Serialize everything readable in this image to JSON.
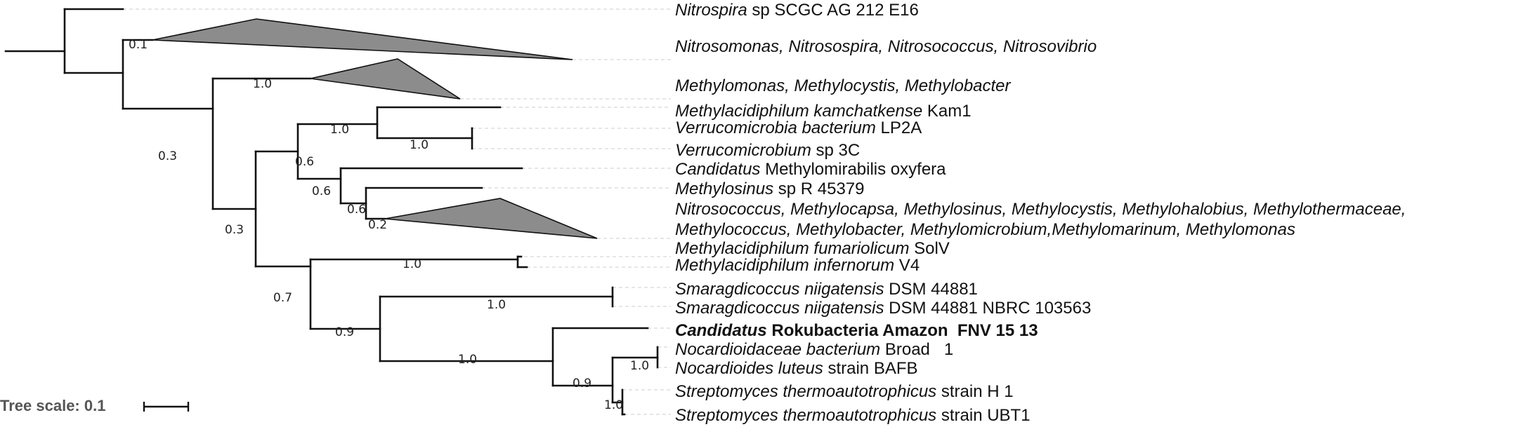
{
  "leaves": [
    {
      "name": "nitrospira",
      "parts": [
        {
          "t": "Nitrospira",
          "s": "i"
        },
        {
          "t": " sp SCGC AG 212 E16",
          "s": "n"
        }
      ]
    },
    {
      "name": "nitrosomonas-clade",
      "parts": [
        {
          "t": "Nitrosomonas, Nitrosospira, Nitrosococcus, Nitrosovibrio",
          "s": "i"
        }
      ]
    },
    {
      "name": "methylomonas-clade",
      "parts": [
        {
          "t": "Methylomonas, Methylocystis, Methylobacter",
          "s": "i"
        }
      ]
    },
    {
      "name": "methylacidiphilum-kamchatkense",
      "parts": [
        {
          "t": "Methylacidiphilum kamchatkense",
          "s": "i"
        },
        {
          "t": " Kam1",
          "s": "n"
        }
      ]
    },
    {
      "name": "verrucomicrobia-bacterium",
      "parts": [
        {
          "t": "Verrucomicrobia bacterium",
          "s": "i"
        },
        {
          "t": " LP2A",
          "s": "n"
        }
      ]
    },
    {
      "name": "verrucomicrobium",
      "parts": [
        {
          "t": "Verrucomicrobium",
          "s": "i"
        },
        {
          "t": " sp 3C",
          "s": "n"
        }
      ]
    },
    {
      "name": "methylomirabilis",
      "parts": [
        {
          "t": "Candidatus",
          "s": "i"
        },
        {
          "t": " Methylomirabilis oxyfera",
          "s": "n"
        }
      ]
    },
    {
      "name": "methylosinus",
      "parts": [
        {
          "t": "Methylosinus",
          "s": "i"
        },
        {
          "t": " sp R 45379",
          "s": "n"
        }
      ]
    },
    {
      "name": "mixed-clade-line1",
      "parts": [
        {
          "t": "Nitrosococcus, Methylocapsa, Methylosinus, Methylocystis, Methylohalobius, Methylothermaceae,",
          "s": "i"
        }
      ]
    },
    {
      "name": "mixed-clade-line2",
      "parts": [
        {
          "t": "Methylococcus, Methylobacter, Methylomicrobium,Methylomarinum, Methylomonas",
          "s": "i"
        }
      ]
    },
    {
      "name": "methylacidiphilum-fumariolicum",
      "parts": [
        {
          "t": "Methylacidiphilum fumariolicum",
          "s": "i"
        },
        {
          "t": " SolV",
          "s": "n"
        }
      ]
    },
    {
      "name": "methylacidiphilum-infernorum",
      "parts": [
        {
          "t": "Methylacidiphilum infernorum",
          "s": "i"
        },
        {
          "t": " V4",
          "s": "n"
        }
      ]
    },
    {
      "name": "smaragdicoccus-dsm",
      "parts": [
        {
          "t": "Smaragdicoccus niigatensis",
          "s": "i"
        },
        {
          "t": " DSM 44881",
          "s": "n"
        }
      ]
    },
    {
      "name": "smaragdicoccus-nbrc",
      "parts": [
        {
          "t": "Smaragdicoccus niigatensis",
          "s": "i"
        },
        {
          "t": " DSM 44881 NBRC 103563",
          "s": "n"
        }
      ]
    },
    {
      "name": "rokubacteria",
      "parts": [
        {
          "t": "Candidatus",
          "s": "bi"
        },
        {
          "t": " Rokubacteria Amazon  FNV 15 13",
          "s": "b"
        }
      ]
    },
    {
      "name": "nocardioidaceae",
      "parts": [
        {
          "t": "Nocardioidaceae bacterium",
          "s": "i"
        },
        {
          "t": " Broad   1",
          "s": "n"
        }
      ]
    },
    {
      "name": "nocardioides-luteus",
      "parts": [
        {
          "t": "Nocardioides luteus",
          "s": "i"
        },
        {
          "t": " strain BAFB",
          "s": "n"
        }
      ]
    },
    {
      "name": "streptomyces-h1",
      "parts": [
        {
          "t": "Streptomyces thermoautotrophicus",
          "s": "i"
        },
        {
          "t": " strain H 1",
          "s": "n"
        }
      ]
    },
    {
      "name": "streptomyces-ubt1",
      "parts": [
        {
          "t": "Streptomyces thermoautotrophicus",
          "s": "i"
        },
        {
          "t": " strain UBT1",
          "s": "n"
        }
      ]
    }
  ],
  "support": [
    "0.1",
    "1.0",
    "0.3",
    "1.0",
    "1.0",
    "0.6",
    "0.6",
    "0.6",
    "0.2",
    "0.3",
    "1.0",
    "0.7",
    "1.0",
    "0.9",
    "1.0",
    "1.0",
    "0.9",
    "1.0"
  ],
  "scale": {
    "label": "Tree scale: 0.1"
  }
}
